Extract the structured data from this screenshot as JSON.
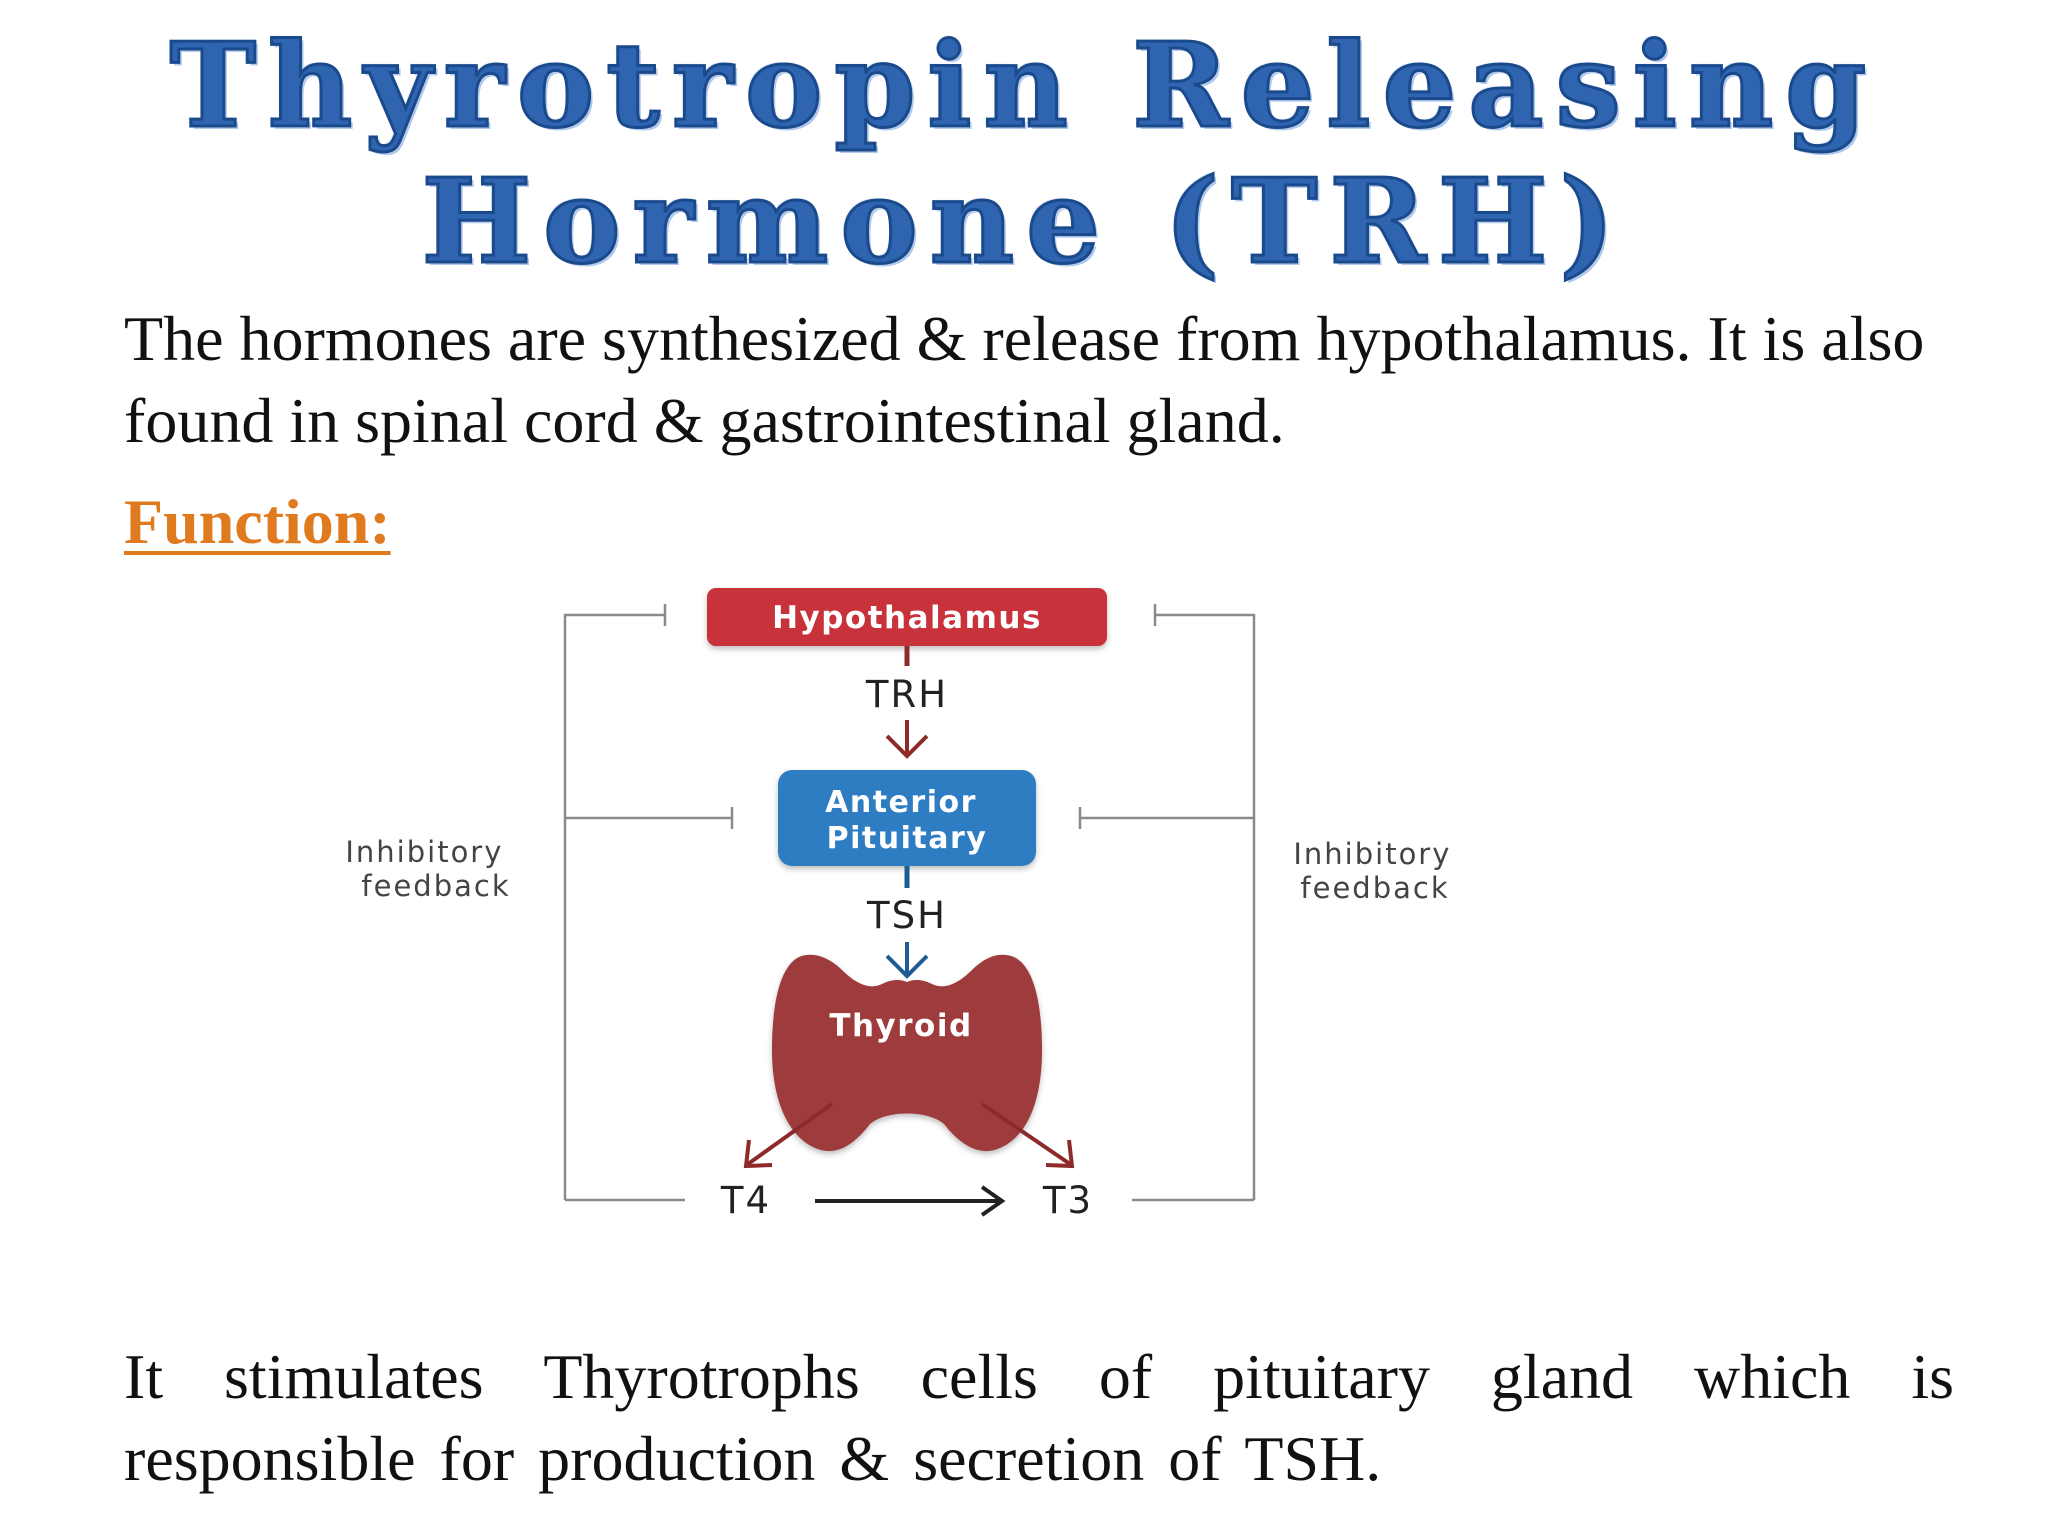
{
  "title": {
    "line1": "Thyrotropin Releasing",
    "line2": "Hormone (TRH)"
  },
  "intro": "The hormones are synthesized & release  from hypothalamus. It is also found in spinal cord & gastrointestinal gland.",
  "function_heading": "Function:",
  "diagram": {
    "hypothalamus": "Hypothalamus",
    "trh": "TRH",
    "anterior_line1": "Anterior",
    "anterior_line2": "Pituitary",
    "tsh": "TSH",
    "thyroid": "Thyroid",
    "t4": "T4",
    "t3": "T3",
    "left_feedback_line1": "Inhibitory",
    "left_feedback_line2": "feedback",
    "right_feedback_line1": "Inhibitory",
    "right_feedback_line2": "feedback",
    "colors": {
      "hypothalamus": "#c8313a",
      "pituitary": "#2f7dc2",
      "thyroid": "#9e3b3c",
      "red_arrow": "#8e2a2a",
      "blue_arrow": "#1f5c96",
      "feedback_line": "#8a8a8a"
    }
  },
  "closing": "It stimulates Thyrotrophs  cells of pituitary gland which is responsible for production & secretion of TSH."
}
